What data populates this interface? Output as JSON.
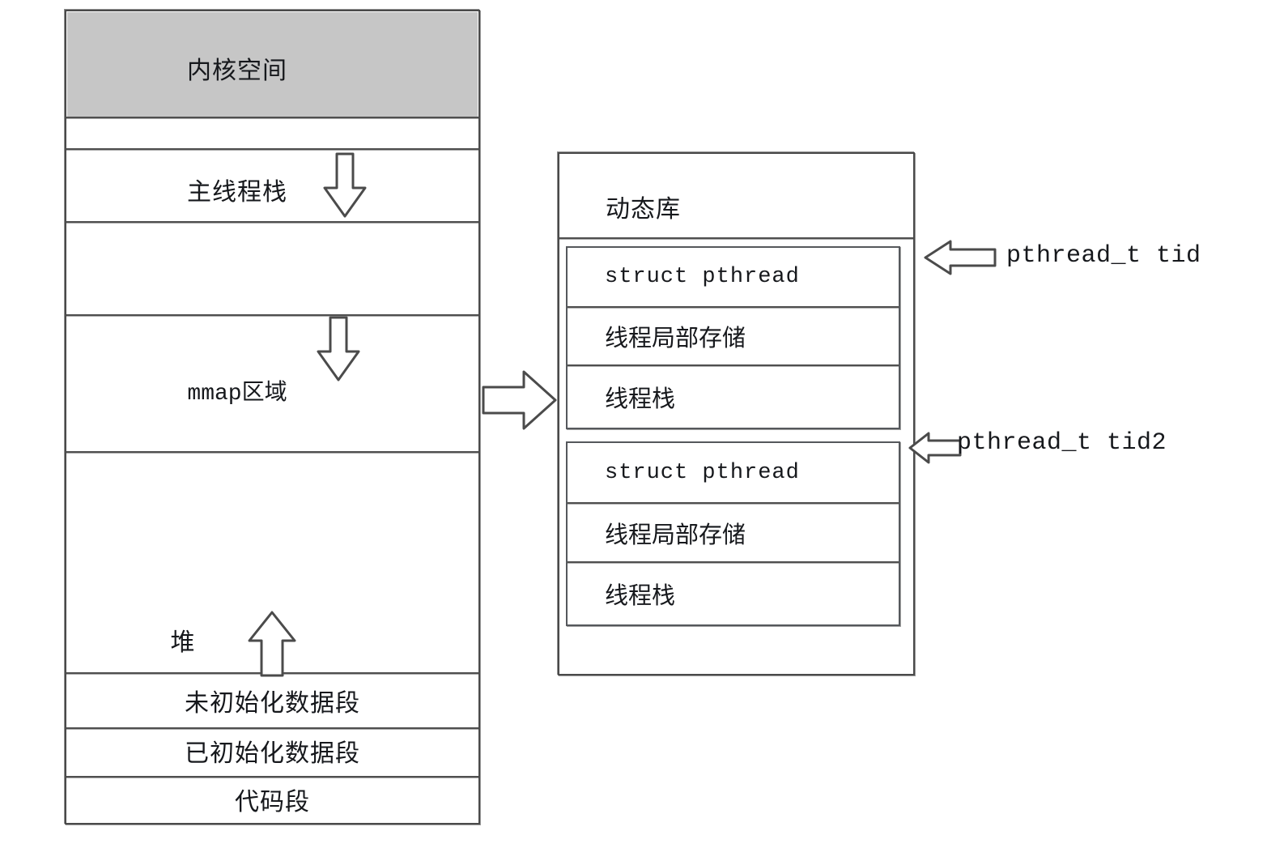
{
  "diagram": {
    "title": "Linux process virtual address space and pthread layout",
    "colors": {
      "kernel_band_fill": "#c6c6c6",
      "stroke": "#4f4f4f",
      "text": "#16181c",
      "background": "#ffffff"
    }
  },
  "memory_map": {
    "name": "process-address-space",
    "segments": [
      {
        "id": "kernel-space",
        "label": "内核空间",
        "shaded": true,
        "font": "sans"
      },
      {
        "id": "gap-top",
        "label": "",
        "shaded": false,
        "font": "sans"
      },
      {
        "id": "main-thread-stack",
        "label": "主线程栈",
        "shaded": false,
        "font": "sans"
      },
      {
        "id": "gap-middle",
        "label": "",
        "shaded": false,
        "font": "sans"
      },
      {
        "id": "mmap-region",
        "label": "mmap区域",
        "shaded": false,
        "font": "mono-mixed"
      },
      {
        "id": "heap",
        "label": "堆",
        "shaded": false,
        "font": "sans"
      },
      {
        "id": "bss-segment",
        "label": "未初始化数据段",
        "shaded": false,
        "font": "sans"
      },
      {
        "id": "data-segment",
        "label": "已初始化数据段",
        "shaded": false,
        "font": "sans"
      },
      {
        "id": "text-segment",
        "label": "代码段",
        "shaded": false,
        "font": "sans"
      }
    ],
    "growth_arrows": [
      {
        "id": "main-stack-grows-down",
        "direction": "down",
        "near": "main-thread-stack"
      },
      {
        "id": "mmap-grows-down",
        "direction": "down",
        "near": "mmap-region"
      },
      {
        "id": "heap-grows-up",
        "direction": "up",
        "near": "heap"
      }
    ]
  },
  "dynamic_library": {
    "name": "dynamic-library-panel",
    "title": "动态库",
    "threads": [
      {
        "id": "thread-1",
        "handle_label": "pthread_t tid",
        "rows": [
          {
            "id": "struct-pthread-1",
            "label": "struct pthread",
            "font": "mono"
          },
          {
            "id": "tls-1",
            "label": "线程局部存储",
            "font": "sans"
          },
          {
            "id": "thread-stack-1",
            "label": "线程栈",
            "font": "sans"
          }
        ]
      },
      {
        "id": "thread-2",
        "handle_label": "pthread_t tid2",
        "rows": [
          {
            "id": "struct-pthread-2",
            "label": "struct pthread",
            "font": "mono"
          },
          {
            "id": "tls-2",
            "label": "线程局部存储",
            "font": "sans"
          },
          {
            "id": "thread-stack-2",
            "label": "线程栈",
            "font": "sans"
          }
        ]
      }
    ]
  },
  "connectors": [
    {
      "id": "mmap-to-dynamic-library",
      "direction": "right",
      "from": "mmap-region",
      "to": "dynamic-library-panel"
    },
    {
      "id": "tid-pointer",
      "direction": "left",
      "to": "thread-1"
    },
    {
      "id": "tid2-pointer",
      "direction": "left",
      "to": "thread-2"
    }
  ]
}
